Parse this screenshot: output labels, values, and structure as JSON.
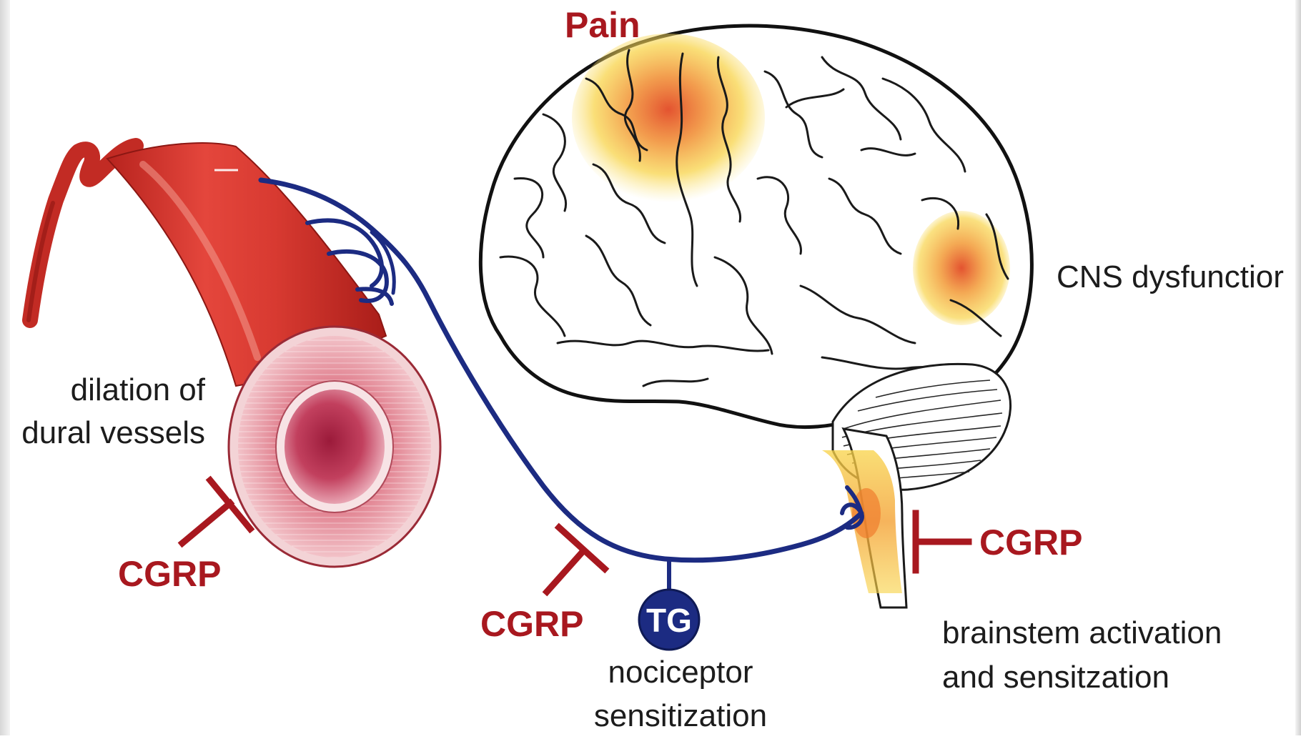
{
  "labels": {
    "pain": "Pain",
    "cns": "CNS dysfunctior",
    "dilation_line1": "dilation of",
    "dilation_line2": "dural vessels",
    "cgrp_vessel": "CGRP",
    "cgrp_nerve": "CGRP",
    "cgrp_brainstem": "CGRP",
    "tg": "TG",
    "nociceptor_line1": "nociceptor",
    "nociceptor_line2": "sensitization",
    "brainstem_line1": "brainstem activation",
    "brainstem_line2": "and sensitzation"
  },
  "colors": {
    "vessel": "#d8362f",
    "vessel_dark": "#a81d1a",
    "nerve": "#1c2b82",
    "inhibitor": "#a8181f",
    "activation_core": "#e8502a",
    "activation_halo": "#f8d44a"
  }
}
